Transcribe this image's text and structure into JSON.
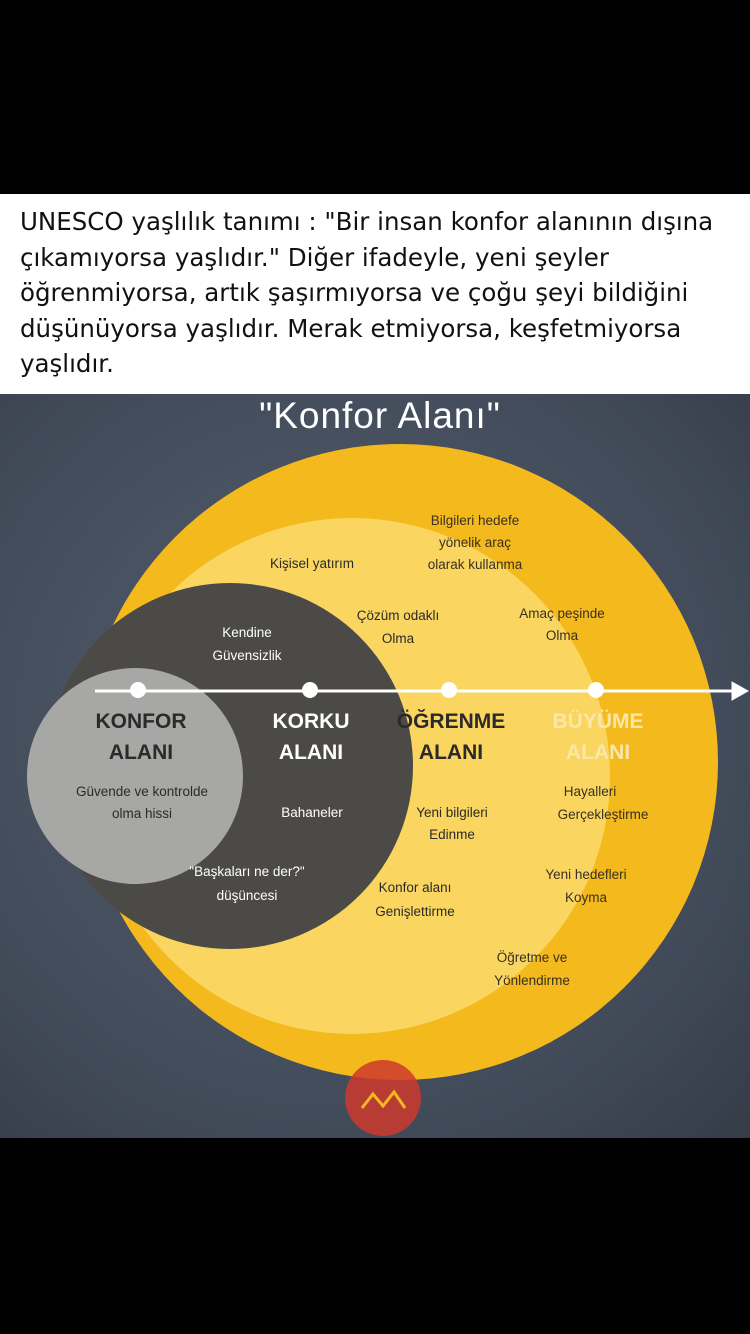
{
  "caption": "UNESCO yaşlılık tanımı : \"Bir insan konfor alanının dışına çıkamıyorsa yaşlıdır.\" Diğer ifadeyle, yeni şeyler öğrenmiyorsa, artık şaşırmıyorsa ve çoğu şeyi bildiğini düşünüyorsa yaşlıdır. Merak etmiyorsa, keşfetmiyorsa yaşlıdır.",
  "diagram": {
    "title": "\"Konfor Alanı\"",
    "zones": [
      {
        "line1": "KONFOR",
        "line2": "ALANI",
        "notes": [
          "Güvende ve kontrolde",
          "olma hissi"
        ]
      },
      {
        "line1": "KORKU",
        "line2": "ALANI",
        "notes": [
          "Kendine",
          "Güvensizlik",
          "Bahaneler",
          "\"Başkaları ne der?\"",
          "düşüncesi"
        ]
      },
      {
        "line1": "ÖĞRENME",
        "line2": "ALANI",
        "notes": [
          "Kişisel yatırım",
          "Çözüm odaklı",
          "Olma",
          "Yeni bilgileri",
          "Edinme",
          "Konfor alanı",
          "Genişlettirme"
        ]
      },
      {
        "line1": "BÜYÜME",
        "line2": "ALANI",
        "notes": [
          "Bilgileri hedefe",
          "yönelik araç",
          "olarak kullanma",
          "Amaç peşinde",
          "Olma",
          "Hayalleri",
          "Gerçekleştirme",
          "Yeni hedefleri",
          "Koyma",
          "Öğretme ve",
          "Yönlendirme"
        ]
      }
    ],
    "colors": {
      "board": "#454d5b",
      "growth": "#f4b91d",
      "learning": "#fad660",
      "fear": "#4b4a47",
      "comfort": "#a7a7a5",
      "zone_label_dark": "#2a2a2a",
      "zone_label_light": "#ffffff",
      "growth_label": "#fbe7a8",
      "logo": "#cc3a2e"
    }
  }
}
